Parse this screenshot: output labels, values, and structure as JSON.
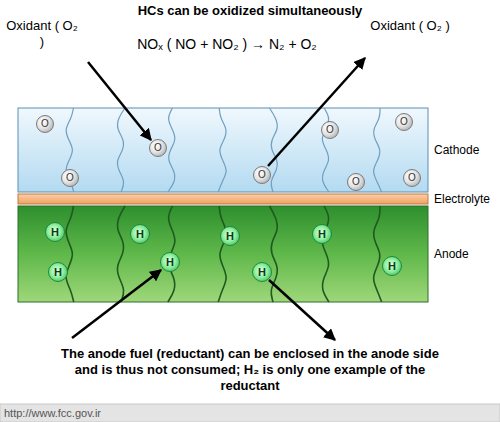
{
  "diagram": {
    "title": "HCs can be oxidized simultaneously",
    "nodes": [
      {
        "text": [
          "Cathode"
        ]
      },
      {
        "text": [
          "O"
        ],
        "in": 0
      },
      {
        "text": [
          "O"
        ],
        "in": 0
      },
      {
        "text": [
          "O"
        ],
        "in": 0
      },
      {
        "text": [
          "O"
        ],
        "in": 0
      },
      {
        "text": [
          "O"
        ],
        "in": 0
      },
      {
        "text": [
          "O"
        ],
        "in": 0
      },
      {
        "text": [
          "O"
        ],
        "in": 0
      },
      {
        "text": [
          "O"
        ],
        "in": 0
      },
      {
        "text": [
          "Electrolyte"
        ]
      },
      {
        "text": [
          "Anode"
        ]
      },
      {
        "text": [
          "H"
        ],
        "in": 10
      },
      {
        "text": [
          "H"
        ],
        "in": 10
      },
      {
        "text": [
          "H"
        ],
        "in": 10
      },
      {
        "text": [
          "H"
        ],
        "in": 10
      },
      {
        "text": [
          "H"
        ],
        "in": 10
      },
      {
        "text": [
          "H"
        ],
        "in": 10
      },
      {
        "text": [
          "H"
        ],
        "in": 10
      },
      {
        "text": [
          "H"
        ],
        "in": 10
      }
    ],
    "labels": [
      "Oxidant ( O₂ )",
      "NOₓ ( NO + NO₂ ) → N₂ + O₂",
      "Oxidant ( O₂ )",
      "The anode fuel (reductant) can be enclosed in the anode side and is thus not consumed; H₂ is only one example of the reductant",
      "http://www.fcc.gov.ir"
    ]
  }
}
